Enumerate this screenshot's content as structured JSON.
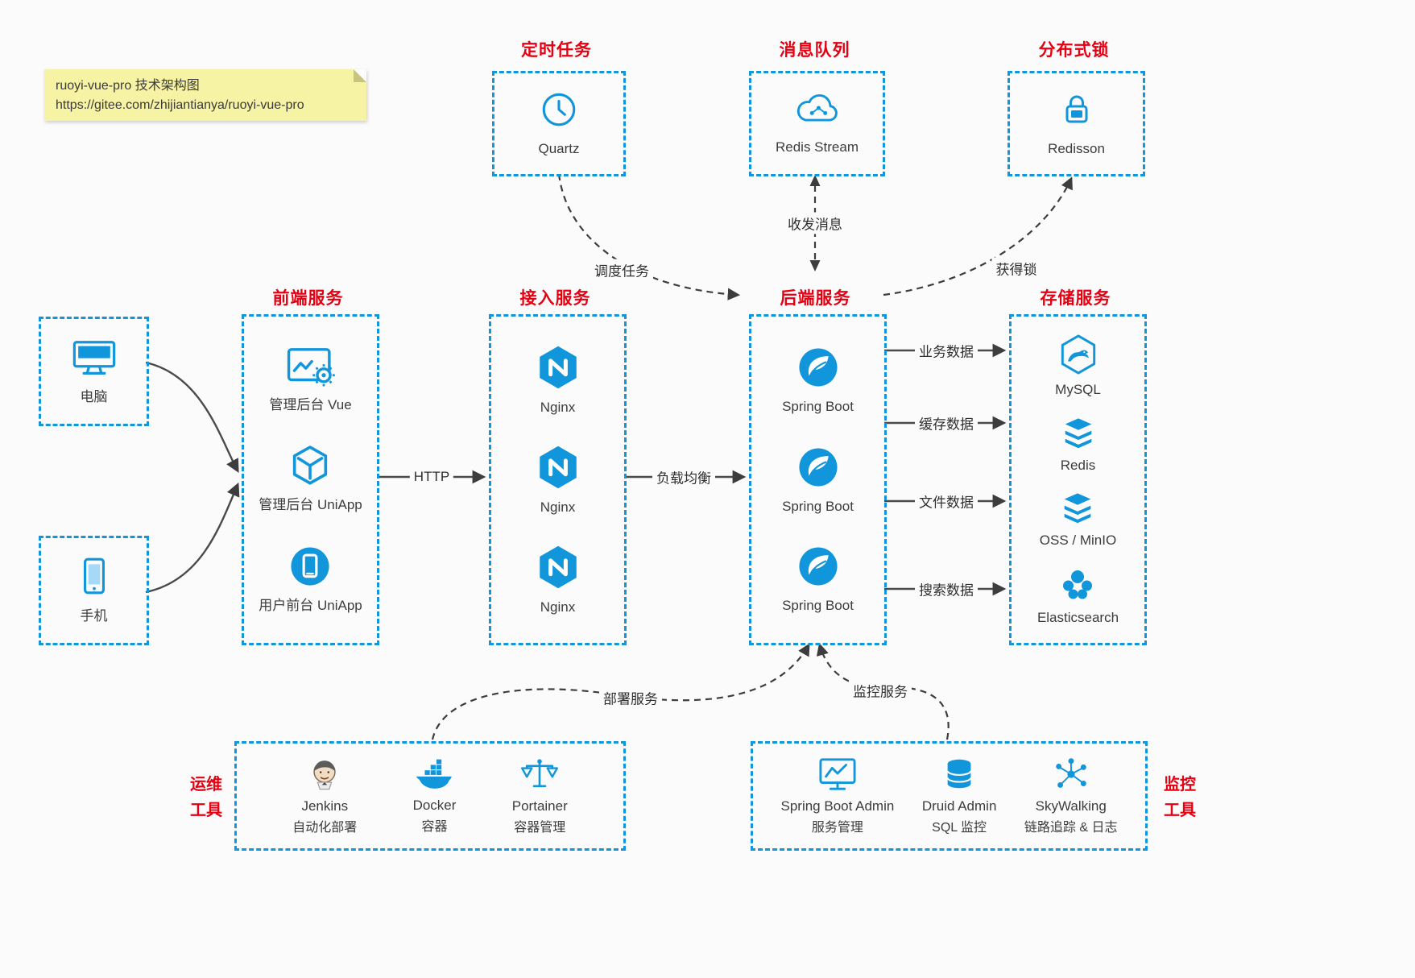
{
  "note": {
    "line1": "ruoyi-vue-pro 技术架构图",
    "line2": "https://gitee.com/zhijiantianya/ruoyi-vue-pro"
  },
  "top_services": [
    {
      "title": "定时任务",
      "label": "Quartz"
    },
    {
      "title": "消息队列",
      "label": "Redis Stream"
    },
    {
      "title": "分布式锁",
      "label": "Redisson"
    }
  ],
  "clients": [
    {
      "label": "电脑"
    },
    {
      "label": "手机"
    }
  ],
  "frontend": {
    "title": "前端服务",
    "items": [
      {
        "label": "管理后台 Vue"
      },
      {
        "label": "管理后台 UniApp"
      },
      {
        "label": "用户前台 UniApp"
      }
    ]
  },
  "gateway": {
    "title": "接入服务",
    "items": [
      {
        "label": "Nginx"
      },
      {
        "label": "Nginx"
      },
      {
        "label": "Nginx"
      }
    ]
  },
  "backend": {
    "title": "后端服务",
    "items": [
      {
        "label": "Spring Boot"
      },
      {
        "label": "Spring Boot"
      },
      {
        "label": "Spring Boot"
      }
    ]
  },
  "storage": {
    "title": "存储服务",
    "items": [
      {
        "label": "MySQL"
      },
      {
        "label": "Redis"
      },
      {
        "label": "OSS / MinIO"
      },
      {
        "label": "Elasticsearch"
      }
    ]
  },
  "ops": {
    "title_line1": "运维",
    "title_line2": "工具",
    "items": [
      {
        "label": "Jenkins",
        "sublabel": "自动化部署"
      },
      {
        "label": "Docker",
        "sublabel": "容器"
      },
      {
        "label": "Portainer",
        "sublabel": "容器管理"
      }
    ]
  },
  "monitoring": {
    "title_line1": "监控",
    "title_line2": "工具",
    "items": [
      {
        "label": "Spring Boot Admin",
        "sublabel": "服务管理"
      },
      {
        "label": "Druid Admin",
        "sublabel": "SQL 监控"
      },
      {
        "label": "SkyWalking",
        "sublabel": "链路追踪 & 日志"
      }
    ]
  },
  "edges": {
    "http": "HTTP",
    "load_balance": "负载均衡",
    "business_data": "业务数据",
    "cache_data": "缓存数据",
    "file_data": "文件数据",
    "search_data": "搜索数据",
    "schedule_task": "调度任务",
    "messages": "收发消息",
    "acquire_lock": "获得锁",
    "deploy_service": "部署服务",
    "monitor_service": "监控服务"
  },
  "colors": {
    "accent": "#1296db",
    "title_red": "#e60012",
    "note_bg": "#f7f3a4"
  }
}
